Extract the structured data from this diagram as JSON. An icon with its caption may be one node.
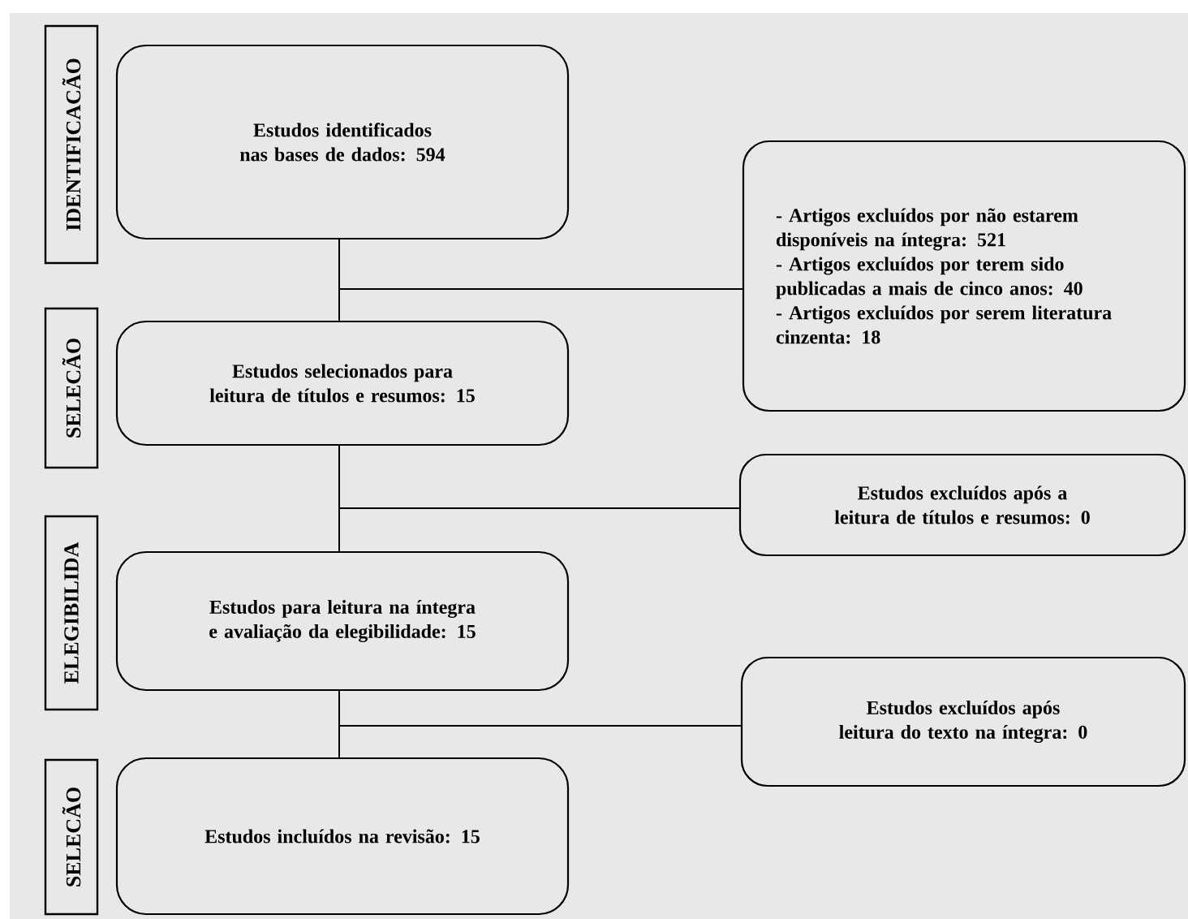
{
  "diagram": {
    "nodes": [
      {
        "text": [
          "IDENTIFICACÃO"
        ]
      },
      {
        "text": [
          "Estudos identificados nas bases de dados: 594"
        ]
      },
      {
        "text": [
          "- Artigos excluídos por não estarem disponíveis na íntegra: 521",
          "- Artigos excluídos por terem sido publicadas a mais de cinco anos: 40",
          "- Artigos excluídos por serem literatura cinzenta: 18"
        ]
      },
      {
        "text": [
          "SELECÃO"
        ]
      },
      {
        "text": [
          "Estudos selecionados para leitura de títulos e resumos: 15"
        ]
      },
      {
        "text": [
          "ELEGIBILIDA"
        ]
      },
      {
        "text": [
          "Estudos excluídos após a leitura de títulos e resumos: 0"
        ]
      },
      {
        "text": [
          "Estudos para leitura na íntegra e avaliação da elegibilidade: 15"
        ]
      },
      {
        "text": [
          "Estudos excluídos após leitura do texto na íntegra: 0"
        ]
      },
      {
        "text": [
          "SELECÃO"
        ]
      },
      {
        "text": [
          "Estudos incluídos na revisão: 15"
        ]
      }
    ],
    "edges": [
      {
        "from": 1,
        "to": 4,
        "arrow": "none"
      },
      {
        "from": 1,
        "to": 2,
        "arrow": "none"
      },
      {
        "from": 4,
        "to": 7,
        "arrow": "none"
      },
      {
        "from": 4,
        "to": 6,
        "arrow": "none"
      },
      {
        "from": 7,
        "to": 10,
        "arrow": "none"
      },
      {
        "from": 7,
        "to": 8,
        "arrow": "none"
      }
    ]
  }
}
